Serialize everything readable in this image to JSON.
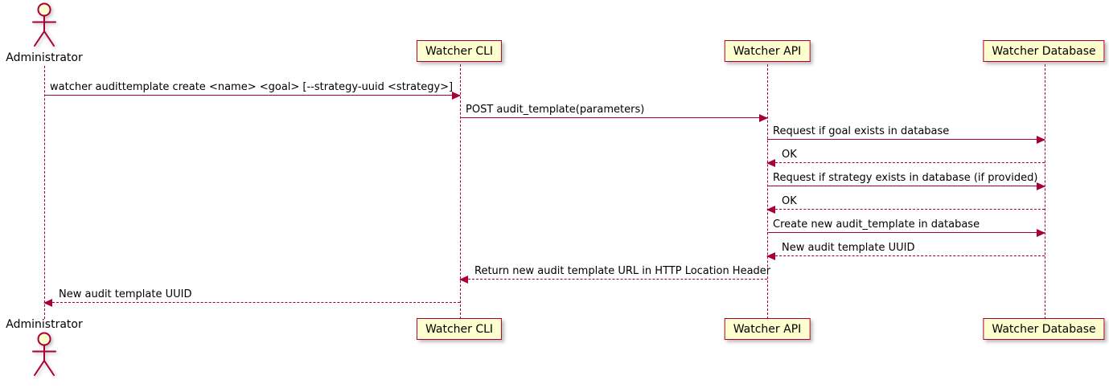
{
  "colors": {
    "accent": "#a80036",
    "participant_fill": "#fefece",
    "background": "#ffffff",
    "text": "#000000"
  },
  "actor": {
    "label": "Administrator"
  },
  "participants": [
    {
      "id": "watcher-cli",
      "label": "Watcher CLI"
    },
    {
      "id": "watcher-api",
      "label": "Watcher API"
    },
    {
      "id": "watcher-database",
      "label": "Watcher Database"
    }
  ],
  "messages": [
    {
      "from": "Administrator",
      "to": "Watcher CLI",
      "style": "solid",
      "text": "watcher audittemplate create <name> <goal> [--strategy-uuid <strategy>]"
    },
    {
      "from": "Watcher CLI",
      "to": "Watcher API",
      "style": "solid",
      "text": "POST audit_template(parameters)"
    },
    {
      "from": "Watcher API",
      "to": "Watcher Database",
      "style": "solid",
      "text": "Request if goal exists in database"
    },
    {
      "from": "Watcher Database",
      "to": "Watcher API",
      "style": "dashed",
      "text": "OK"
    },
    {
      "from": "Watcher API",
      "to": "Watcher Database",
      "style": "solid",
      "text": "Request if strategy exists in database (if provided)"
    },
    {
      "from": "Watcher Database",
      "to": "Watcher API",
      "style": "dashed",
      "text": "OK"
    },
    {
      "from": "Watcher API",
      "to": "Watcher Database",
      "style": "solid",
      "text": "Create new audit_template in database"
    },
    {
      "from": "Watcher Database",
      "to": "Watcher API",
      "style": "dashed",
      "text": "New audit template UUID"
    },
    {
      "from": "Watcher API",
      "to": "Watcher CLI",
      "style": "dashed",
      "text": "Return new audit template URL in HTTP Location Header"
    },
    {
      "from": "Watcher CLI",
      "to": "Administrator",
      "style": "dashed",
      "text": "New audit template UUID"
    }
  ]
}
